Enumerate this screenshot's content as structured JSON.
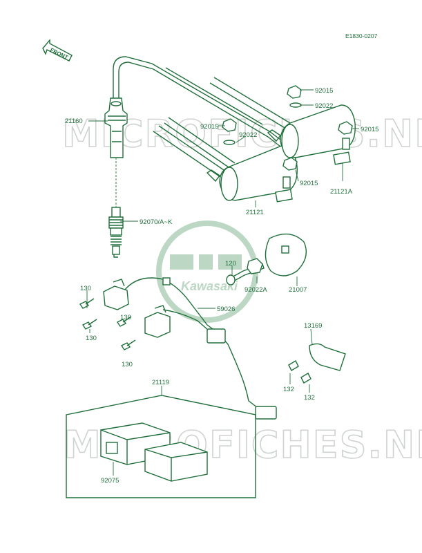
{
  "diagram": {
    "code": "E1830-0207",
    "front_label": "FRONT",
    "watermark_text": "MICROFICHES.NET",
    "logo_text": "Kawasaki",
    "colors": {
      "ink": "#1f6e3a",
      "watermark": "#cfd3cf",
      "logo": "#bcd8c4"
    },
    "parts": {
      "p21160": "21160",
      "p92070": "92070/A~K",
      "p92015_a": "92015",
      "p92022_a": "92022",
      "p92015_b": "92015",
      "p92015_c": "92015",
      "p92022_b": "92022",
      "p92015_d": "92015",
      "p21121": "21121",
      "p21121a": "21121A",
      "p120": "120",
      "p92022a": "92022A",
      "p21007": "21007",
      "p59026": "59026",
      "p130_a": "130",
      "p130_b": "130",
      "p130_c": "130",
      "p130_d": "130",
      "p13169": "13169",
      "p132_a": "132",
      "p132_b": "132",
      "p21119": "21119",
      "p92075": "92075"
    }
  }
}
